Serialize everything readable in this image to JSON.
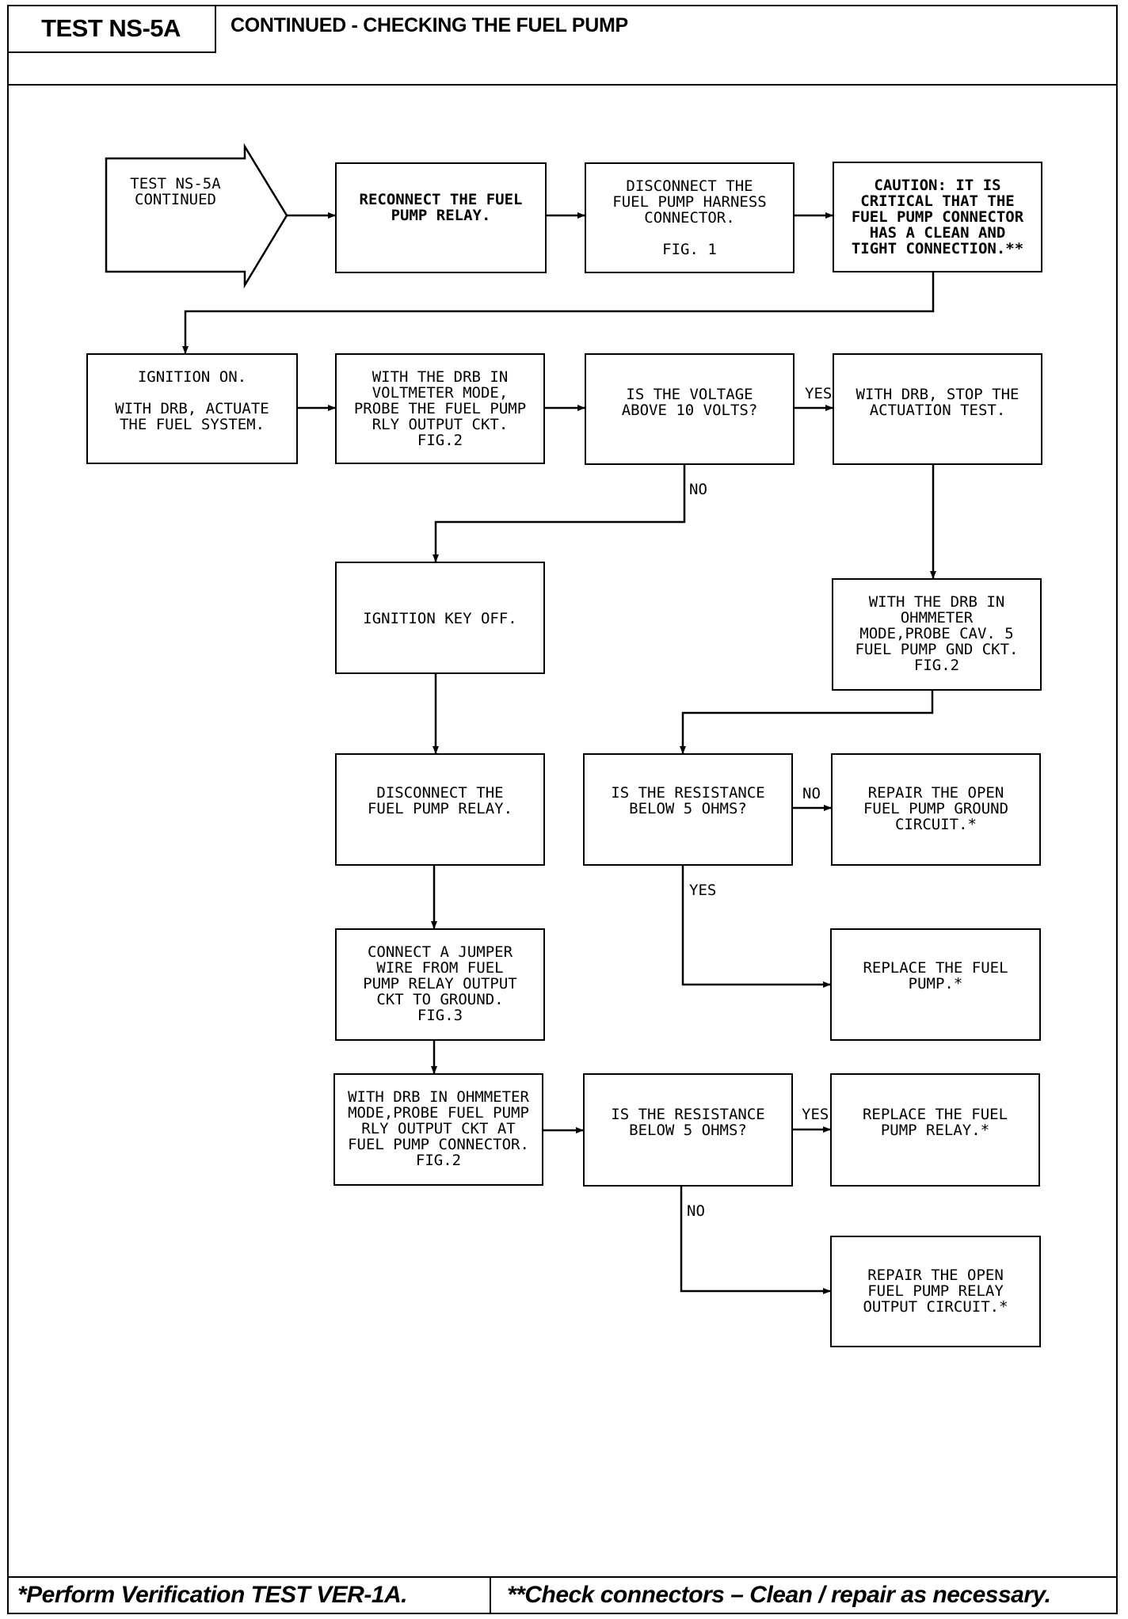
{
  "header": {
    "test_id": "TEST NS-5A",
    "title": "CONTINUED - CHECKING THE FUEL PUMP"
  },
  "footer": {
    "left_note": "*Perform Verification TEST VER-1A.",
    "right_note": "**Check connectors – Clean / repair as necessary."
  },
  "flowchart": {
    "start": "TEST NS-5A\nCONTINUED",
    "reconnect_relay": "RECONNECT THE FUEL\nPUMP RELAY.",
    "disconnect_harness": "DISCONNECT THE\nFUEL PUMP HARNESS\nCONNECTOR.\n\nFIG. 1",
    "caution": "CAUTION: IT IS\nCRITICAL THAT THE\nFUEL PUMP CONNECTOR\nHAS A CLEAN AND\nTIGHT CONNECTION.**",
    "ignition_on": "IGNITION ON.\n\nWITH DRB, ACTUATE\nTHE FUEL SYSTEM.",
    "voltmeter_probe": "WITH THE DRB IN\nVOLTMETER MODE,\nPROBE THE FUEL PUMP\nRLY OUTPUT CKT.\nFIG.2",
    "voltage_question": "IS THE VOLTAGE\nABOVE 10 VOLTS?",
    "stop_actuation": "WITH DRB, STOP THE\nACTUATION TEST.",
    "ignition_off": "IGNITION KEY OFF.",
    "ohmmeter_gnd": "WITH THE DRB IN\nOHMMETER\nMODE,PROBE CAV. 5\nFUEL PUMP GND CKT.\nFIG.2",
    "disconnect_relay": "DISCONNECT THE\nFUEL PUMP RELAY.",
    "resistance_question_1": "IS THE RESISTANCE\nBELOW 5 OHMS?",
    "repair_ground": "REPAIR THE OPEN\nFUEL PUMP GROUND\nCIRCUIT.*",
    "jumper_wire": "CONNECT A JUMPER\nWIRE FROM FUEL\nPUMP RELAY OUTPUT\nCKT TO GROUND.\nFIG.3",
    "replace_pump": "REPLACE THE FUEL\nPUMP.*",
    "ohmmeter_output": "WITH DRB IN OHMMETER\nMODE,PROBE FUEL PUMP\nRLY OUTPUT CKT AT\nFUEL PUMP CONNECTOR.\nFIG.2",
    "resistance_question_2": "IS THE RESISTANCE\nBELOW 5 OHMS?",
    "replace_relay": "REPLACE THE FUEL\nPUMP RELAY.*",
    "repair_output": "REPAIR THE OPEN\nFUEL PUMP RELAY\nOUTPUT CIRCUIT.*"
  },
  "labels": {
    "yes_voltage": "YES",
    "no_voltage": "NO",
    "no_resistance_1": "NO",
    "yes_resistance_1": "YES",
    "yes_resistance_2": "YES",
    "no_resistance_2": "NO"
  }
}
